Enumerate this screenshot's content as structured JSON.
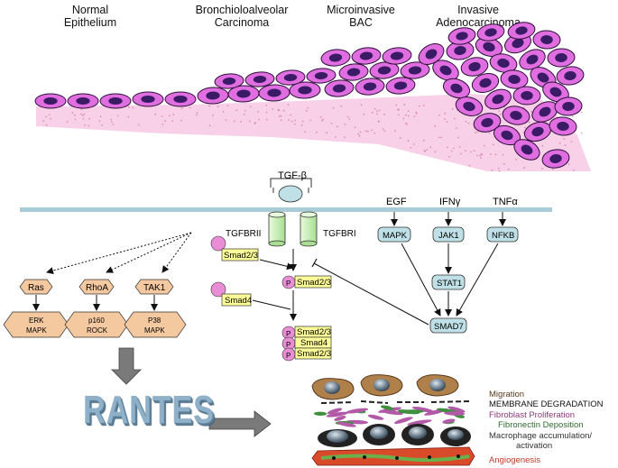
{
  "stages": [
    {
      "line1": "Normal",
      "line2": "Epithelium"
    },
    {
      "line1": "Bronchioloalveolar",
      "line2": "Carcinoma"
    },
    {
      "line1": "Microinvasive",
      "line2": "BAC"
    },
    {
      "line1": "Invasive",
      "line2": "Adenocarcinoma"
    }
  ],
  "tgf": {
    "ligand": "TGF-β",
    "receptor2": "TGFBRII",
    "receptor1": "TGFBRI"
  },
  "smads": {
    "smad23": "Smad2/3",
    "smad4": "Smad4",
    "smad23_p": "Smad2/3",
    "complex": [
      "Smad2/3",
      "Smad4",
      "Smad2/3"
    ],
    "p": "P"
  },
  "branches": [
    {
      "upstream": "Ras",
      "downstream_1": "ERK",
      "downstream_2": "MAPK"
    },
    {
      "upstream": "RhoA",
      "downstream_1": "p160",
      "downstream_2": "ROCK"
    },
    {
      "upstream": "TAK1",
      "downstream_1": "P38",
      "downstream_2": "MAPK"
    }
  ],
  "cytokines": {
    "egf": "EGF",
    "ifn": "IFNγ",
    "tnf": "TNFα",
    "mapk": "MAPK",
    "jak1": "JAK1",
    "nfkb": "NFKB",
    "stat1": "STAT1",
    "smad7": "SMAD7"
  },
  "rantes": "RANTES",
  "outcomes": [
    {
      "text": "Migration",
      "color": "#5a3a1e",
      "indent": 0
    },
    {
      "text": "MEMBRANE DEGRADATION",
      "color": "#111111",
      "indent": 0
    },
    {
      "text": "Fibroblast Proliferation",
      "color": "#8a3a78",
      "indent": 0
    },
    {
      "text": "Fibronectin Deposition",
      "color": "#2f6b2f",
      "indent": 10
    },
    {
      "text": "Macrophage accumulation/",
      "color": "#333333",
      "indent": 0
    },
    {
      "text": "activation",
      "color": "#333333",
      "indent": 30
    },
    {
      "text": "Angiogenesis",
      "color": "#c0392b",
      "indent": 0
    }
  ],
  "colors": {
    "cell": "#e06ee0",
    "nucleus": "#3b1a66",
    "stroma": "#f2a9d3",
    "membrane": "#a9ccd8",
    "receptor": "#c9f2b5",
    "node": "#bfe0e6",
    "hexagon": "#f5c9a0",
    "smad": "#ffff99",
    "p_circle": "#e98ed6"
  }
}
